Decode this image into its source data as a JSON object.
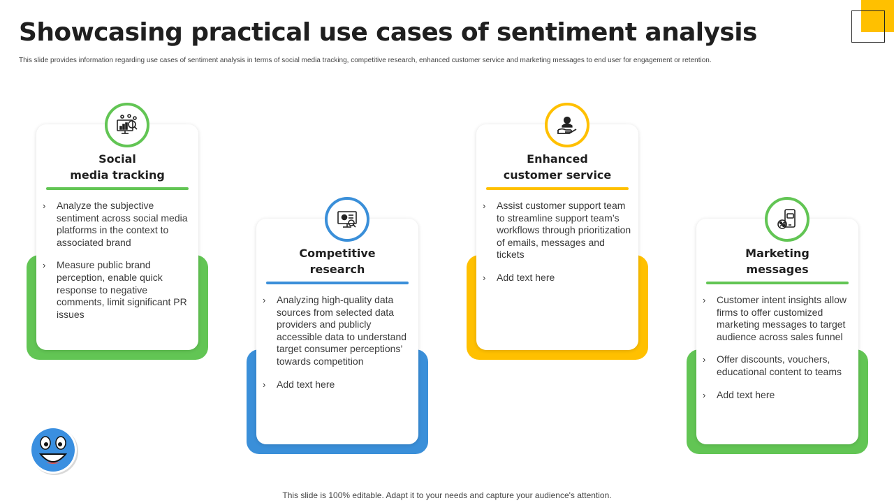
{
  "title": "Showcasing practical use cases of sentiment analysis",
  "subtitle": "This slide provides information regarding use cases of sentiment analysis in terms of social media tracking, competitive research, enhanced customer service and marketing messages to end user for engagement or retention.",
  "footer": "This slide is 100% editable. Adapt it to your needs and capture your audience's attention.",
  "colors": {
    "green": "#62C554",
    "blue": "#3A8FD9",
    "yellow": "#FFC000",
    "corner": "#FFC000"
  },
  "cards": [
    {
      "heading_line1": "Social",
      "heading_line2": "media tracking",
      "icon": "social-analytics-icon",
      "color": "#62C554",
      "bullets": [
        "Analyze the subjective sentiment across social media platforms in the context to associated brand",
        "Measure public brand perception, enable quick response  to negative comments, limit significant PR issues"
      ]
    },
    {
      "heading_line1": "Competitive",
      "heading_line2": "research",
      "icon": "presentation-search-icon",
      "color": "#3A8FD9",
      "bullets": [
        "Analyzing high-quality data sources from selected data providers and publicly accessible data to understand target consumer perceptions’ towards competition",
        "Add text here"
      ]
    },
    {
      "heading_line1": "Enhanced",
      "heading_line2": "customer service",
      "icon": "support-hand-icon",
      "color": "#FFC000",
      "bullets": [
        "Assist customer support team to streamline support team’s workflows through prioritization of emails, messages and tickets",
        "Add text here"
      ]
    },
    {
      "heading_line1": "Marketing",
      "heading_line2": "messages",
      "icon": "mobile-message-icon",
      "color": "#62C554",
      "bullets": [
        "Customer intent insights allow firms to offer customized marketing messages to target audience across sales funnel",
        "Offer discounts, vouchers, educational content to teams",
        "Add text here"
      ]
    }
  ]
}
